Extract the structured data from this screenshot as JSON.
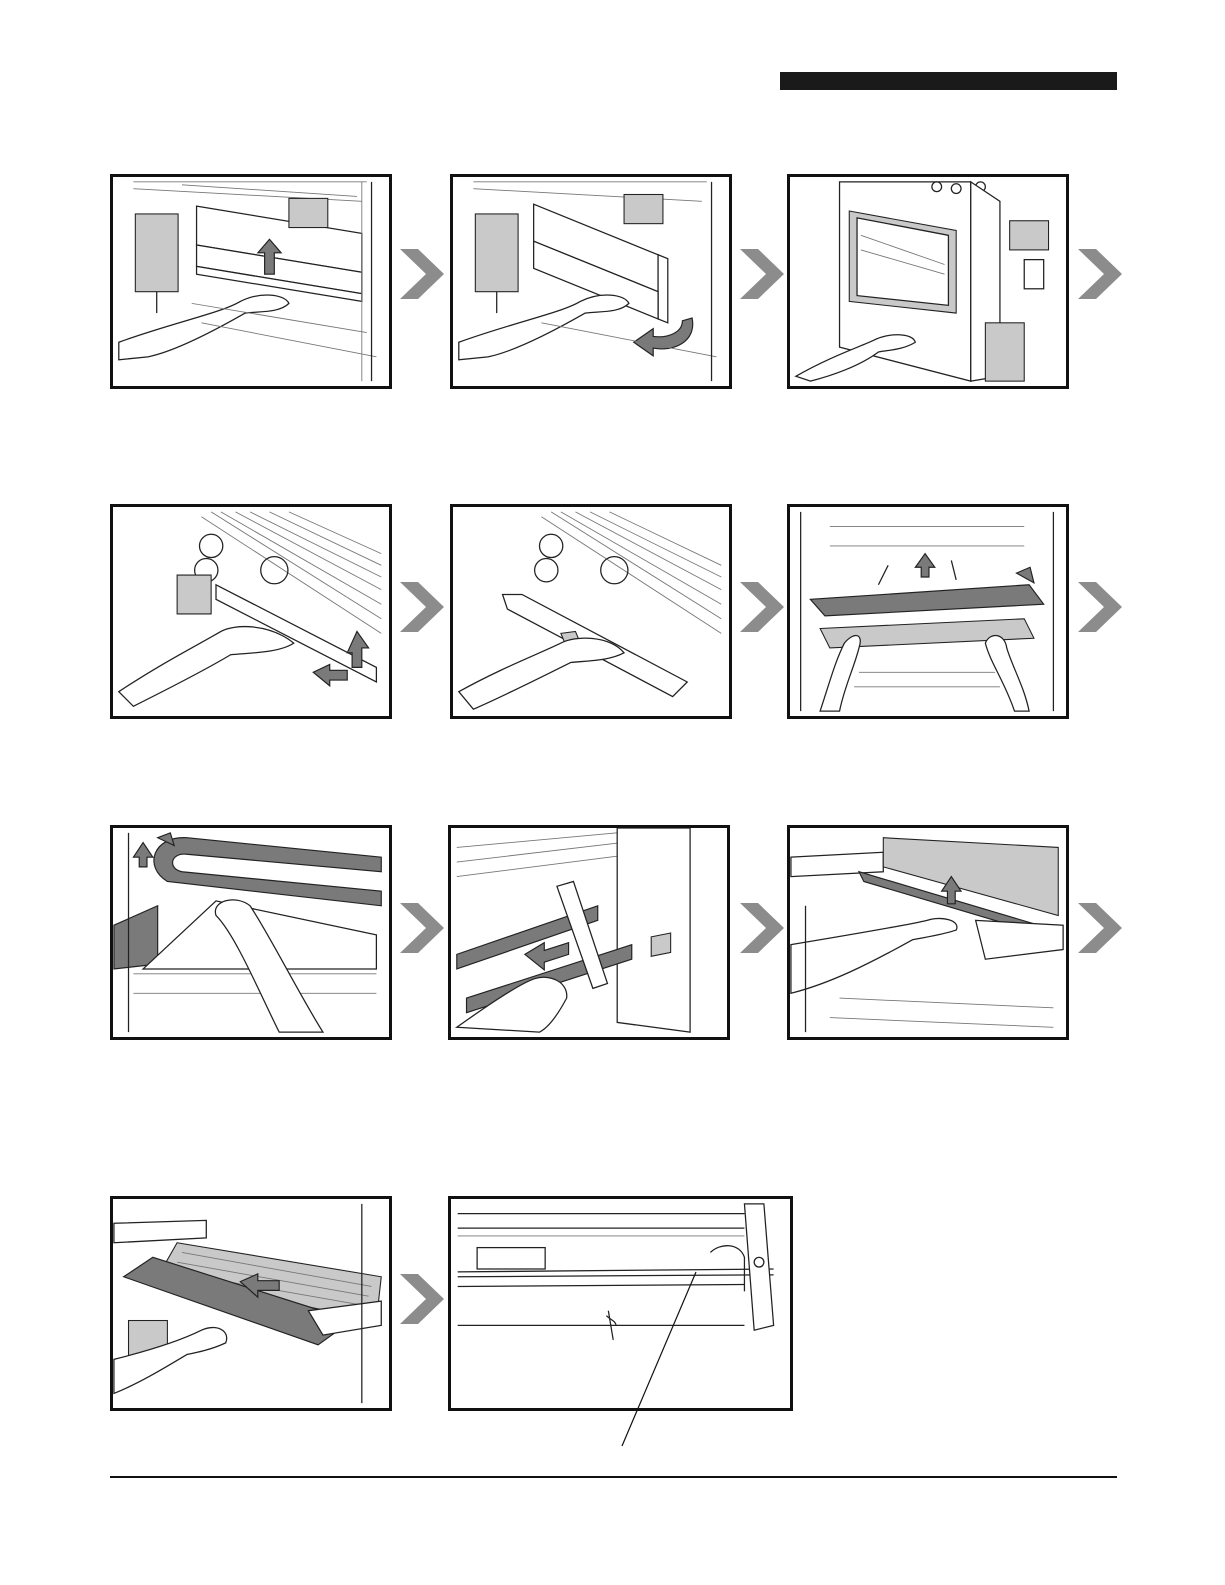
{
  "page": {
    "colors": {
      "ink": "#111111",
      "arrow_gray": "#7a7a7a",
      "chevron_gray": "#8c8c8c",
      "light_gray": "#c9c9c9"
    }
  },
  "steps": [
    {
      "id": "step-1",
      "icon": "lift-panel-up-illustration"
    },
    {
      "id": "step-2",
      "icon": "rotate-panel-out-illustration"
    },
    {
      "id": "step-3",
      "icon": "remove-end-panel-illustration"
    },
    {
      "id": "step-4",
      "icon": "slide-out-crumb-tray-illustration"
    },
    {
      "id": "step-5",
      "icon": "remove-crumb-tray-illustration"
    },
    {
      "id": "step-6",
      "icon": "lift-out-finger-cover-illustration"
    },
    {
      "id": "step-7",
      "icon": "lift-burner-tube-illustration"
    },
    {
      "id": "step-8",
      "icon": "pull-out-air-finger-illustration"
    },
    {
      "id": "step-9",
      "icon": "lift-finger-plate-illustration"
    },
    {
      "id": "step-10",
      "icon": "slide-out-finger-plate-illustration"
    },
    {
      "id": "step-11",
      "icon": "closeup-callout-illustration"
    }
  ]
}
